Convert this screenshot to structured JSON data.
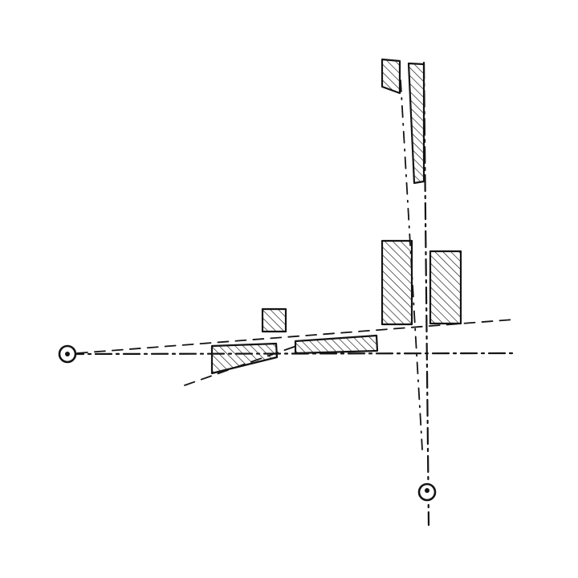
{
  "drawing": {
    "ink_color": "#141414",
    "background": "#ffffff",
    "hatch_style": "diagonal",
    "elements": [
      "horizontal-axis",
      "vertical-axis",
      "diagonal-guideline",
      "hatched-blocks",
      "anchor-point-left",
      "anchor-point-bottom"
    ]
  }
}
